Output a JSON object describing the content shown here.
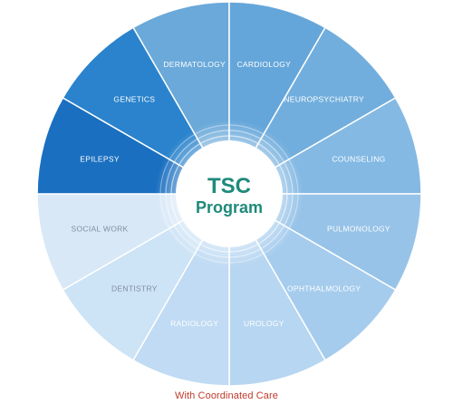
{
  "center": {
    "line1": "TSC",
    "line2": "Program"
  },
  "segments": [
    {
      "label": "DERMATOLOGY",
      "color": "#6aa9d9",
      "text": "#ffffff"
    },
    {
      "label": "CARDIOLOGY",
      "color": "#65a6da",
      "text": "#ffffff"
    },
    {
      "label": "NEUROPSYCHIATRY",
      "color": "#72aedd",
      "text": "#ffffff"
    },
    {
      "label": "COUNSELING",
      "color": "#84b9e3",
      "text": "#ffffff"
    },
    {
      "label": "PULMONOLOGY",
      "color": "#97c3e8",
      "text": "#ffffff"
    },
    {
      "label": "OPHTHALMOLOGY",
      "color": "#a6cced",
      "text": "#ffffff"
    },
    {
      "label": "UROLOGY",
      "color": "#b7d6f1",
      "text": "#ffffff"
    },
    {
      "label": "RADIOLOGY",
      "color": "#c0dbf3",
      "text": "#ffffff"
    },
    {
      "label": "DENTISTRY",
      "color": "#cde3f6",
      "text": "#7f8f9e"
    },
    {
      "label": "SOCIAL WORK",
      "color": "#d8e8f7",
      "text": "#7f8f9e"
    },
    {
      "label": "EPILEPSY",
      "color": "#1a6fc0",
      "text": "#ffffff"
    },
    {
      "label": "GENETICS",
      "color": "#2a83cc",
      "text": "#ffffff"
    }
  ],
  "colors": {
    "center_text": "#1e8a7a",
    "caption": "#c0392b",
    "divider": "#ffffff"
  },
  "caption": "With Coordinated Care"
}
